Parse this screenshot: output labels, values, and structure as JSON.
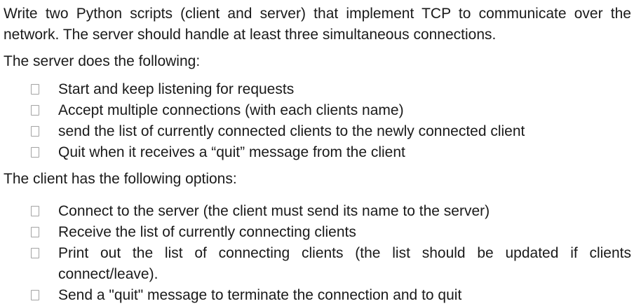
{
  "page": {
    "background_color": "#ffffff",
    "text_color": "#1a1a1a",
    "checkbox_border_color": "#a3a3a3"
  },
  "intro_paragraph": "Write two Python scripts (client and server) that implement TCP to communicate over the network. The server should handle at least three simultaneous connections.",
  "server_section": {
    "heading": "The server does the following:",
    "items": [
      "Start and keep listening for requests",
      "Accept multiple connections (with each clients name)",
      "send the list of currently connected clients to the newly connected client",
      "Quit when it receives a “quit” message from the client"
    ]
  },
  "client_section": {
    "heading": "The client has the following options:",
    "items": [
      "Connect to the server (the client must send its name to the server)",
      "Receive the list of currently connecting clients",
      "Print out the list of connecting clients (the list should be updated if clients connect/leave).",
      "Send a \"quit\" message to terminate the connection and to quit"
    ]
  },
  "bullet_icon": "empty-checkbox"
}
